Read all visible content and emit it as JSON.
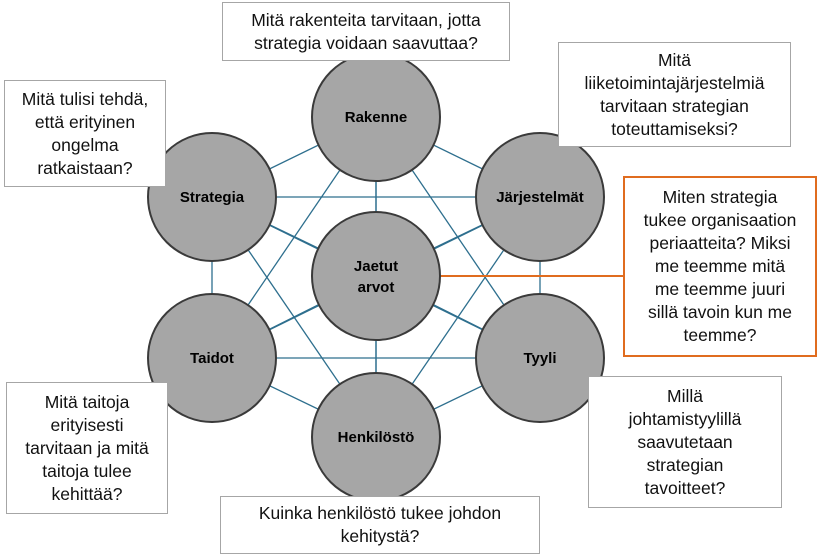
{
  "nodes": {
    "rakenne": "Rakenne",
    "strategia": "Strategia",
    "jarjestelmat": "Järjestelmät",
    "jaetut_line1": "Jaetut",
    "jaetut_line2": "arvot",
    "taidot": "Taidot",
    "tyyli": "Tyyli",
    "henkilosto": "Henkilöstö"
  },
  "callouts": {
    "rakenne": "Mitä rakenteita tarvitaan, jotta\nstrategia voidaan saavuttaa?",
    "jarjestelmat": "Mitä\nliiketoimintajärjestelmiä\ntarvitaan strategian\ntoteuttamiseksi?",
    "strategia": "Mitä tulisi tehdä,\nettä erityinen\nongelma\nratkaistaan?",
    "jaetut_arvot": "Miten strategia\ntukee organisaation\nperiaatteita? Miksi\nme teemme mitä\nme teemme juuri\nsillä tavoin kun me\nteemme?",
    "taidot": "Mitä taitoja\nerityisesti\ntarvitaan ja mitä\ntaitoja tulee\nkehittää?",
    "tyyli": "Millä\njohtamistyylillä\nsaavutetaan\nstrategian\ntavoitteet?",
    "henkilosto": "Kuinka henkilöstö tukee johdon\nkehitystä?"
  },
  "colors": {
    "node_fill": "#a6a6a6",
    "node_stroke": "#3a3a3a",
    "connector": "#2e6f8e",
    "accent": "#e06c1f",
    "callout_border": "#a6a6a6"
  }
}
